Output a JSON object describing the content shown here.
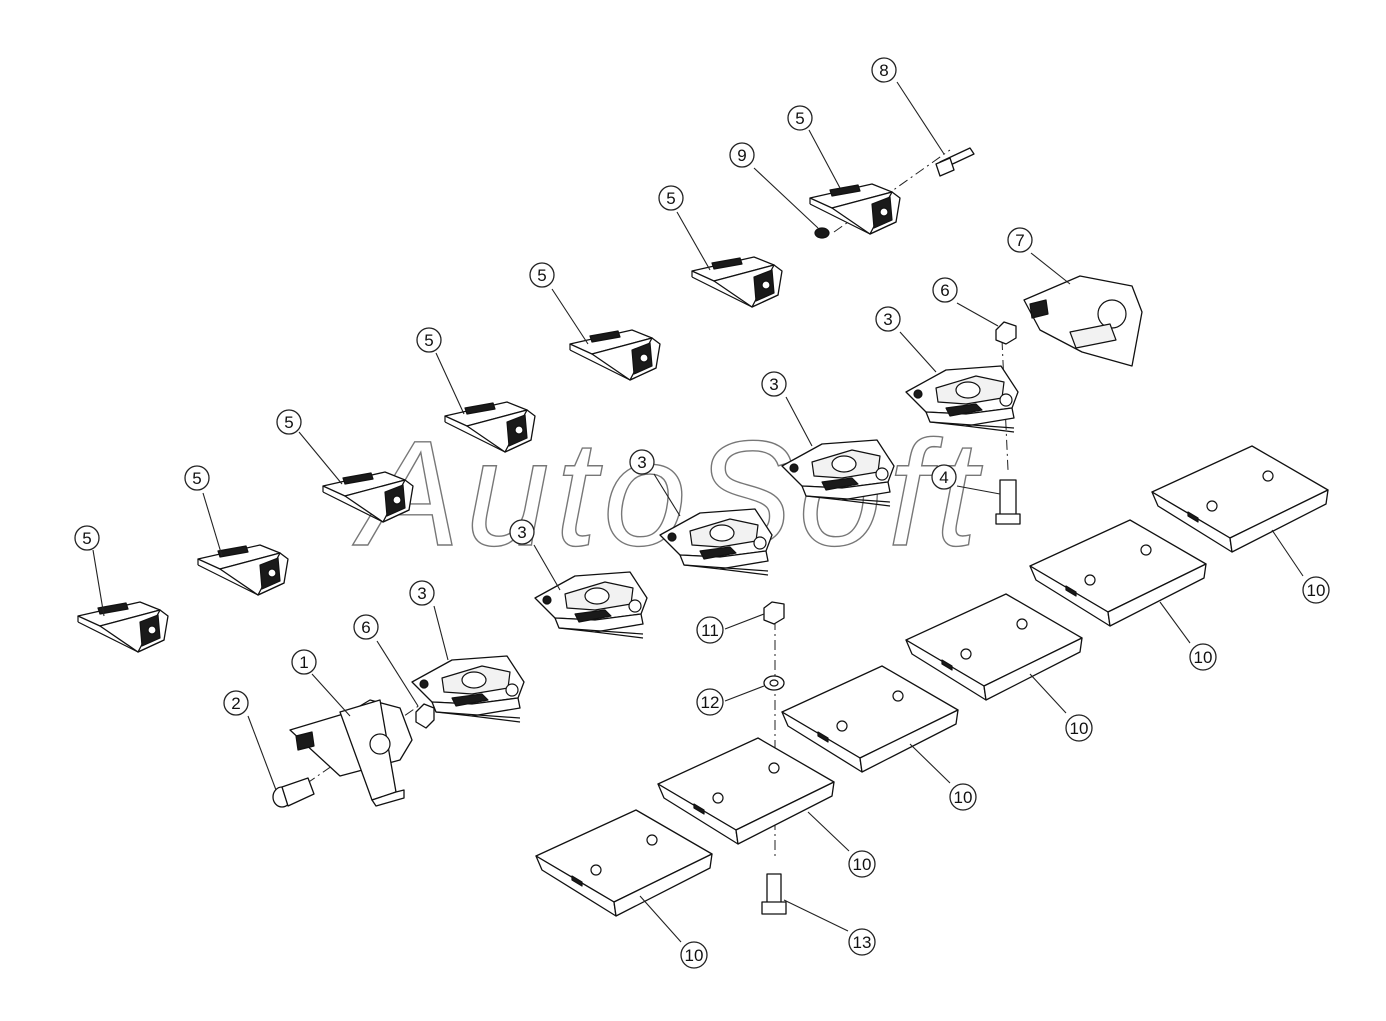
{
  "watermark": "AutoSoft",
  "callouts": [
    "1",
    "2",
    "3",
    "4",
    "5",
    "6",
    "7",
    "8",
    "9",
    "10",
    "11",
    "12",
    "13"
  ]
}
